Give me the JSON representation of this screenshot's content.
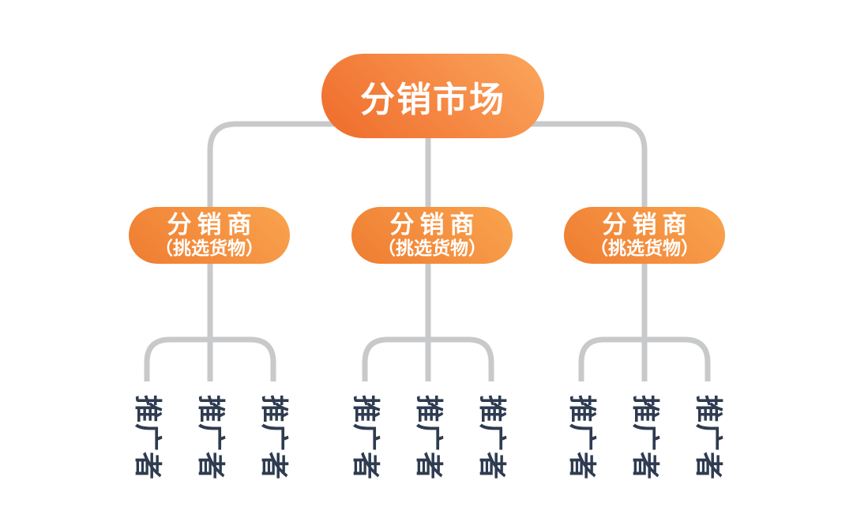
{
  "diagram": {
    "type": "org-tree",
    "root": {
      "label": "分销市场"
    },
    "distributors": [
      {
        "label": "分销商",
        "sublabel": "（挑选货物）",
        "promoters": [
          "推广者",
          "推广者",
          "推广者"
        ]
      },
      {
        "label": "分销商",
        "sublabel": "（挑选货物）",
        "promoters": [
          "推广者",
          "推广者",
          "推广者"
        ]
      },
      {
        "label": "分销商",
        "sublabel": "（挑选货物）",
        "promoters": [
          "推广者",
          "推广者",
          "推广者"
        ]
      }
    ],
    "colors": {
      "node_gradient_light": "#FBA65C",
      "node_gradient_dark": "#EF6B2B",
      "connector_gray": "#C8C9CA",
      "promoter_text": "#2E3B50",
      "node_text": "#FFFFFF",
      "background": "#FFFFFF"
    }
  }
}
